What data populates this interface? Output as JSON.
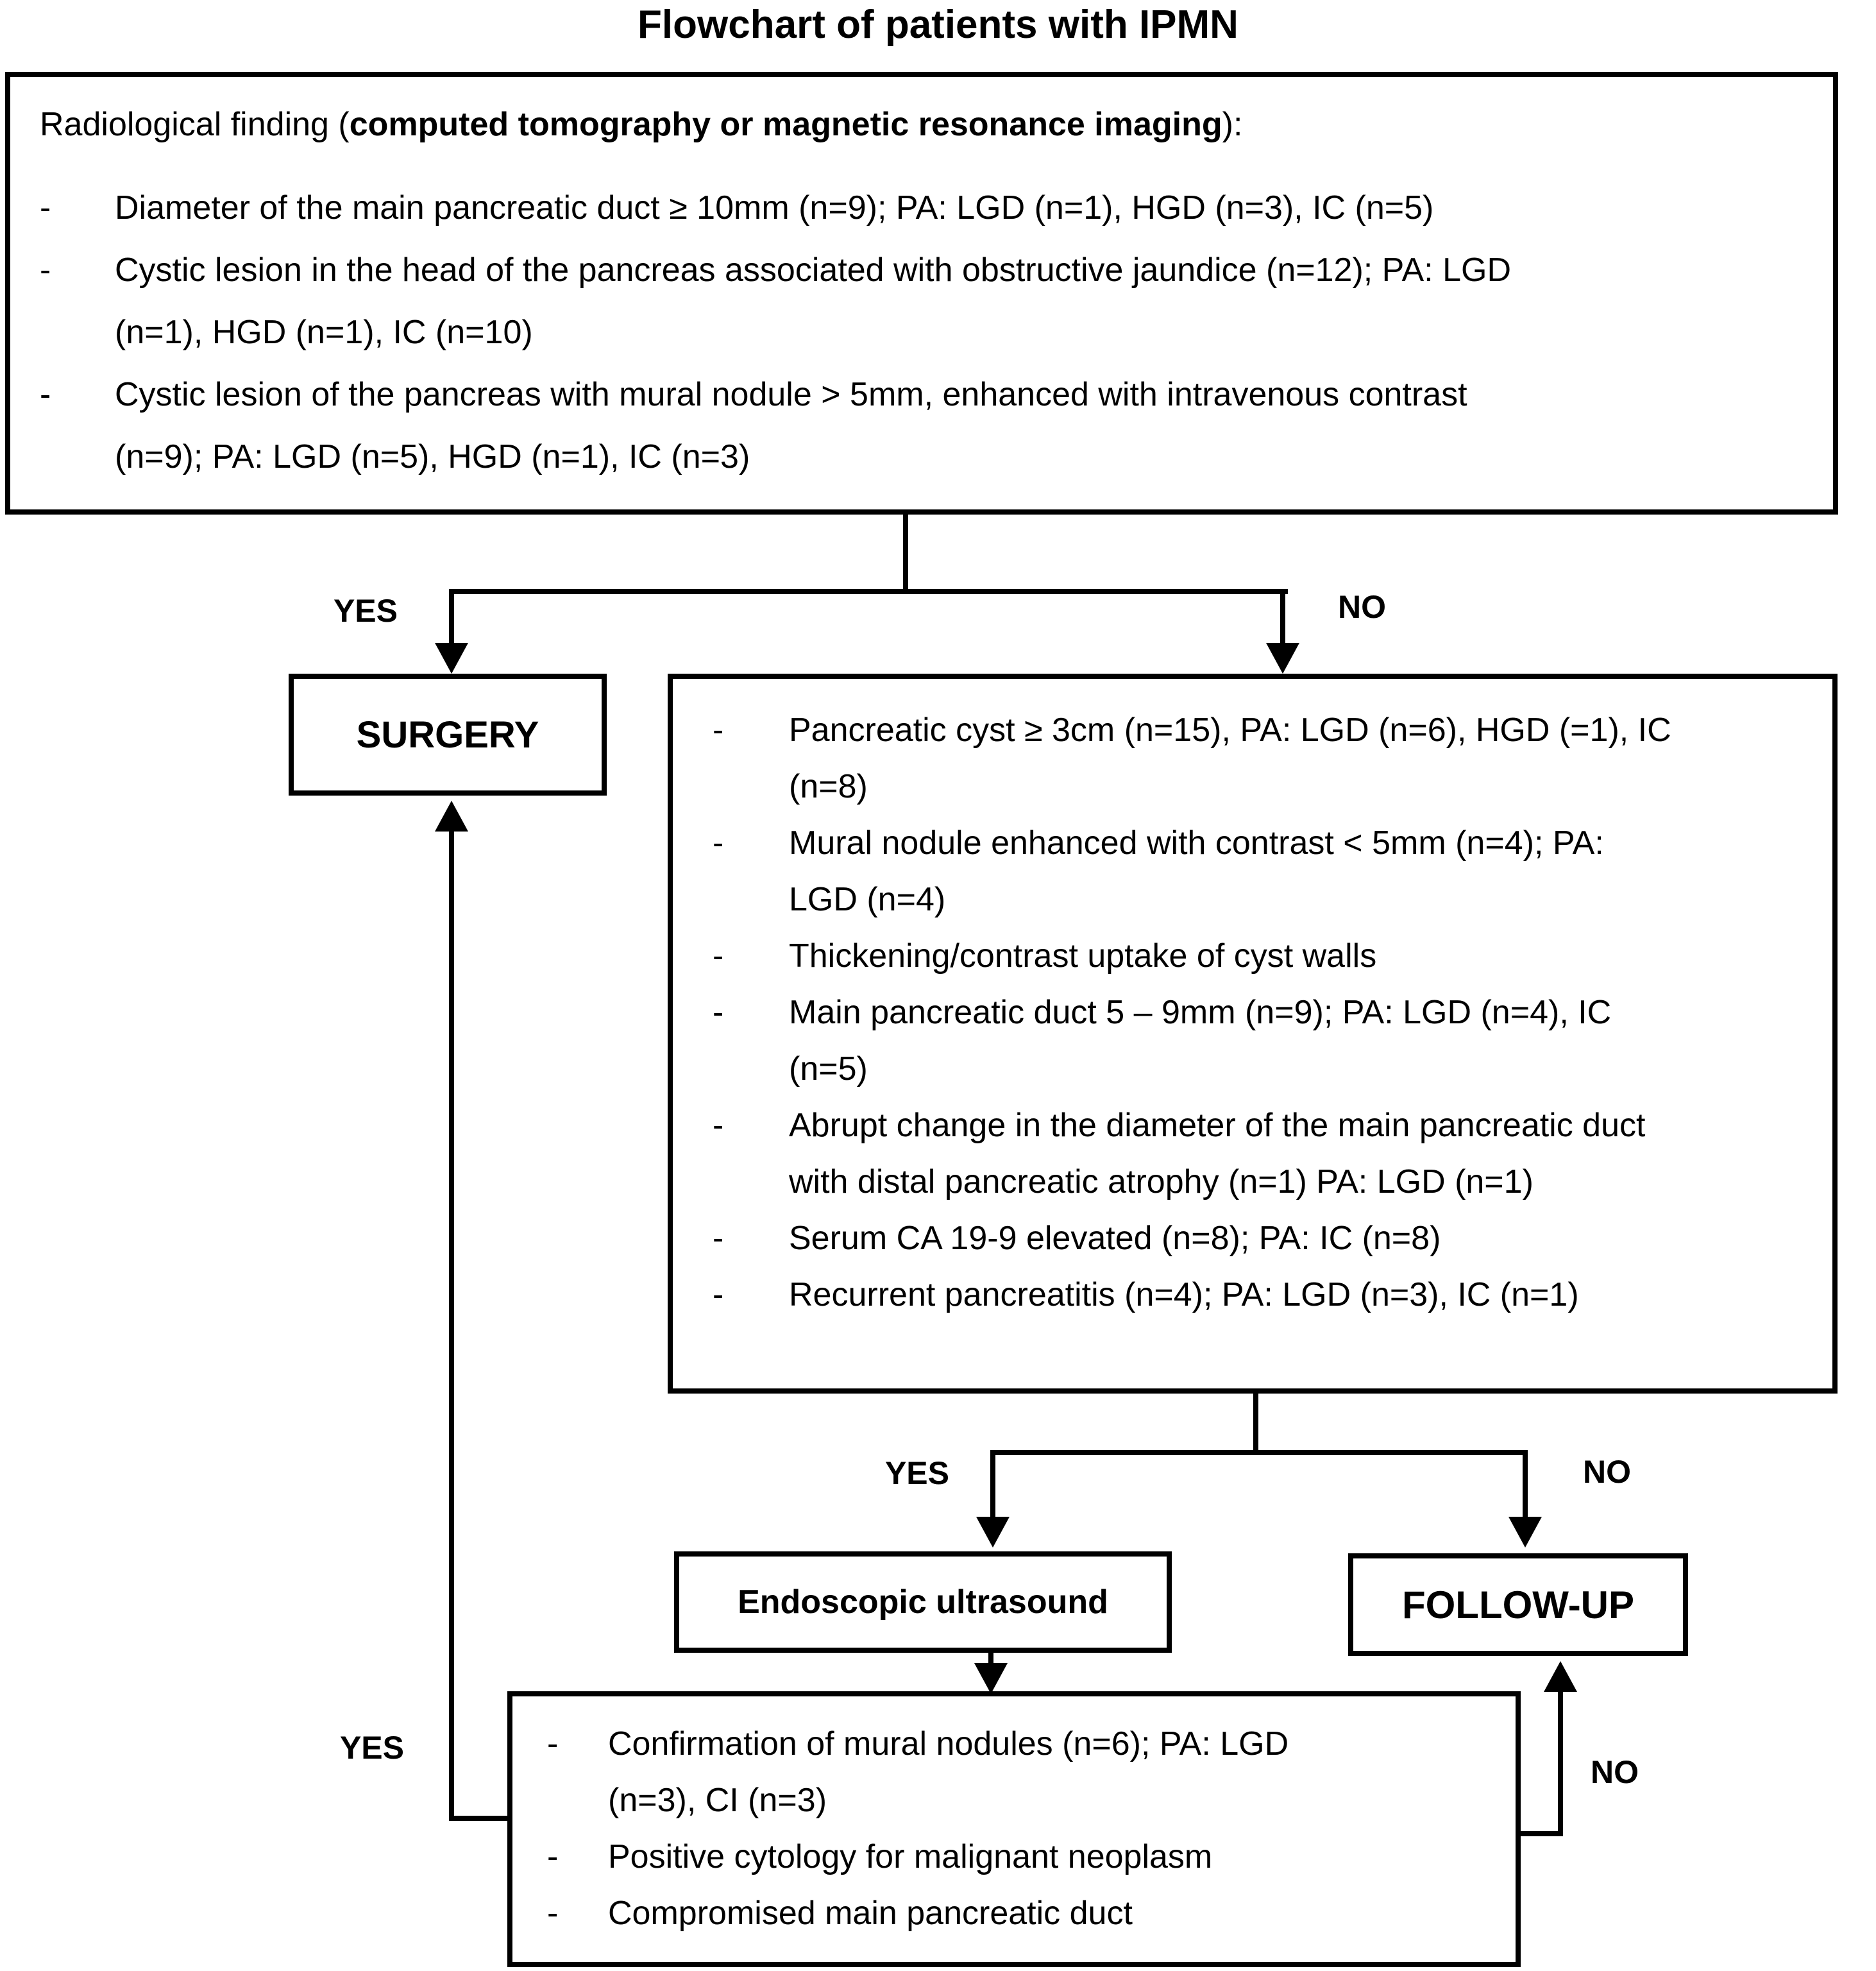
{
  "title": "Flowchart of patients with IPMN",
  "bullet_marker": "-",
  "colors": {
    "ink": "#000000",
    "background": "#ffffff"
  },
  "top_box": {
    "heading_prefix": "Radiological finding (",
    "heading_bold": "computed tomography or magnetic resonance imaging",
    "heading_suffix": "):",
    "items": [
      "Diameter of the main pancreatic duct ≥ 10mm (n=9); PA: LGD (n=1), HGD (n=3), IC (n=5)",
      "Cystic lesion in the head of the pancreas associated with obstructive jaundice (n=12); PA: LGD\n(n=1), HGD (n=1), IC (n=10)",
      "Cystic lesion of the pancreas with mural nodule > 5mm, enhanced with intravenous contrast\n(n=9); PA: LGD (n=5), HGD (n=1), IC (n=3)"
    ]
  },
  "branch1": {
    "yes": "YES",
    "no": "NO"
  },
  "surgery_box": {
    "label": "SURGERY"
  },
  "criteria_box": {
    "items": [
      "Pancreatic cyst ≥ 3cm (n=15), PA: LGD (n=6), HGD (=1), IC\n(n=8)",
      "Mural nodule enhanced with contrast < 5mm (n=4); PA:\nLGD (n=4)",
      "Thickening/contrast uptake of cyst walls",
      "Main pancreatic duct 5 – 9mm (n=9); PA: LGD (n=4), IC\n(n=5)",
      "Abrupt change in the diameter of the main pancreatic duct\nwith distal pancreatic atrophy (n=1) PA: LGD (n=1)",
      "Serum CA 19-9 elevated (n=8); PA: IC (n=8)",
      "Recurrent pancreatitis (n=4); PA: LGD (n=3), IC (n=1)"
    ]
  },
  "branch2": {
    "yes": "YES",
    "no": "NO"
  },
  "eus_box": {
    "label": "Endoscopic ultrasound"
  },
  "followup_box": {
    "label": "FOLLOW-UP"
  },
  "eus_branch": {
    "yes": "YES",
    "no": "NO"
  },
  "eus_findings_box": {
    "items": [
      "Confirmation of mural nodules (n=6); PA: LGD\n(n=3), CI (n=3)",
      "Positive cytology for malignant neoplasm",
      "Compromised main pancreatic duct"
    ]
  }
}
